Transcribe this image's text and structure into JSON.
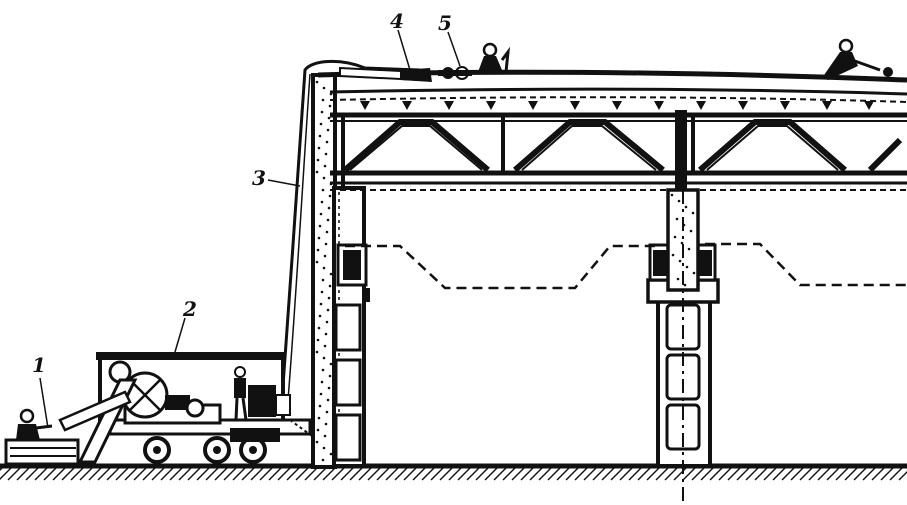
{
  "colors": {
    "ink": "#111111",
    "paper": "#ffffff"
  },
  "callouts": [
    {
      "id": "1",
      "text": "1"
    },
    {
      "id": "2",
      "text": "2"
    },
    {
      "id": "3",
      "text": "3"
    },
    {
      "id": "4",
      "text": "4"
    },
    {
      "id": "5",
      "text": "5"
    }
  ]
}
